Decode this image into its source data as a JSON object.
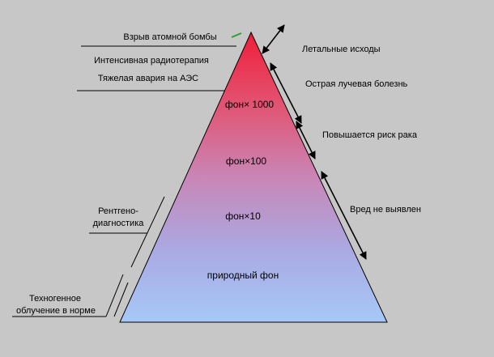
{
  "colors": {
    "background": "#c7c7c7",
    "text": "#000000",
    "apex_marker": "#2f9e2f"
  },
  "pyramid": {
    "gradient_stops": [
      "#ef1e38",
      "#e25372",
      "#c986b6",
      "#aaa9e2",
      "#a6c9f7"
    ],
    "levels": [
      {
        "label": "фон× 1000"
      },
      {
        "label": "фон×100"
      },
      {
        "label": "фон×10"
      },
      {
        "label": "природный фон"
      }
    ]
  },
  "left_callouts": {
    "bomb": "Взрыв атомной бомбы",
    "radiotherapy": "Интенсивная радиотерапия",
    "npp_accident": "Тяжелая авария на АЭС",
    "xray_line1": "Рентгено-",
    "xray_line2": "диагностика",
    "technogenic_line1": "Техногенное",
    "technogenic_line2": "облучение в норме"
  },
  "right_callouts": {
    "lethal": "Летальные исходы",
    "acute": "Острая лучевая болезнь",
    "cancer_risk": "Повышается риск рака",
    "no_harm": "Вред не выявлен"
  }
}
